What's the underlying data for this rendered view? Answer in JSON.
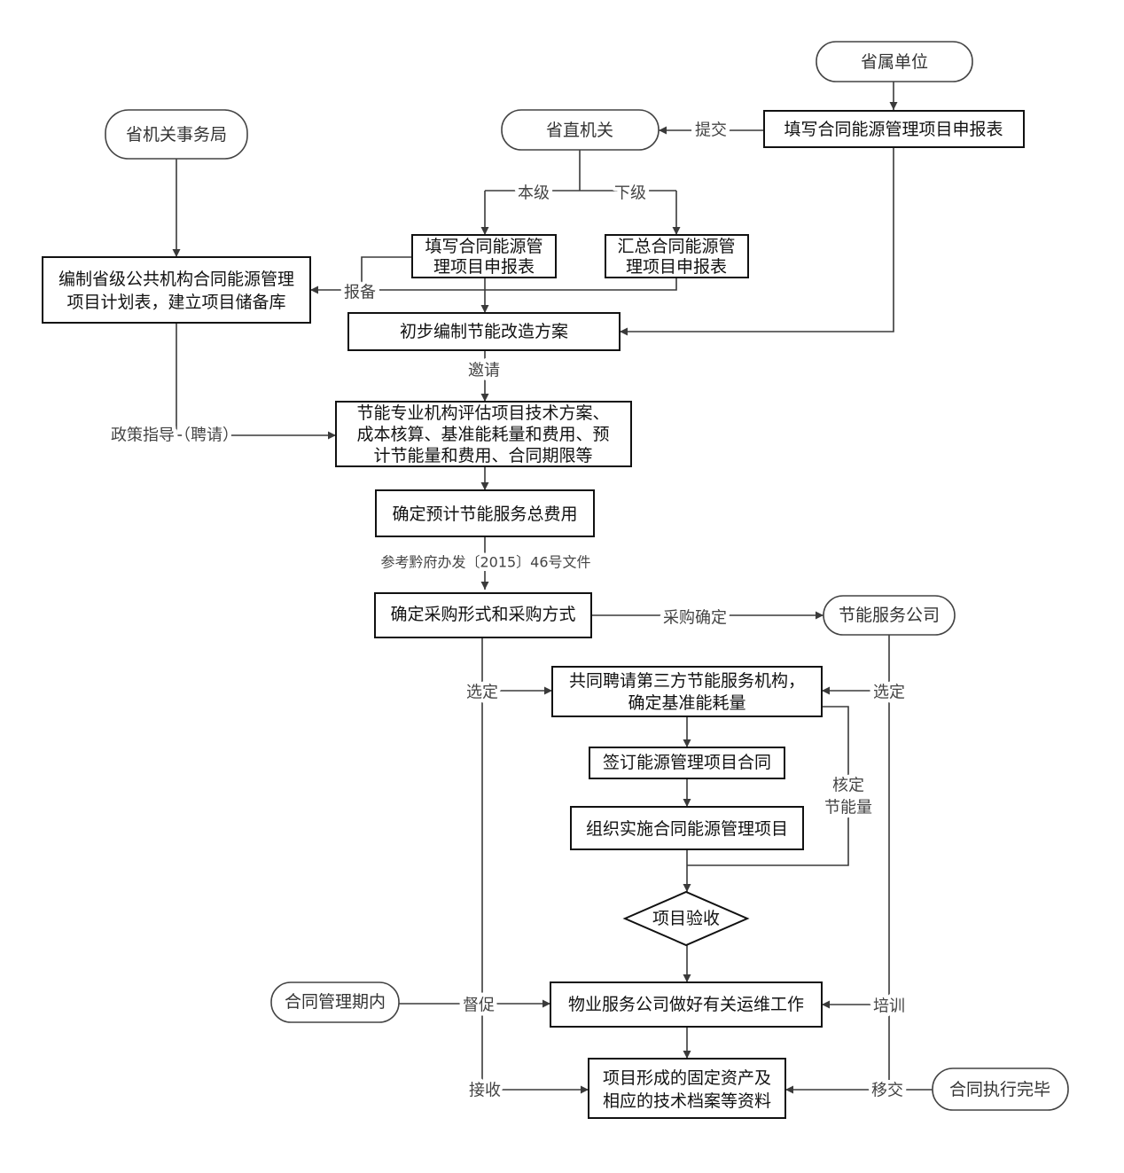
{
  "nodes": {
    "provincial_units": {
      "label": "省属单位"
    },
    "fill_form_top": {
      "label": "填写合同能源管理项目申报表"
    },
    "provincial_agencies": {
      "label": "省直机关"
    },
    "admin_bureau": {
      "label": "省机关事务局"
    },
    "fill_form": {
      "lines": [
        "填写合同能源管",
        "理项目申报表"
      ]
    },
    "summarize_form": {
      "lines": [
        "汇总合同能源管",
        "理项目申报表"
      ]
    },
    "plan_table": {
      "lines": [
        "编制省级公共机构合同能源管理",
        "项目计划表，建立项目储备库"
      ]
    },
    "draft_plan": {
      "label": "初步编制节能改造方案"
    },
    "evaluate": {
      "lines": [
        "节能专业机构评估项目技术方案、",
        "成本核算、基准能耗量和费用、预",
        "计节能量和费用、合同期限等"
      ]
    },
    "total_cost": {
      "label": "确定预计节能服务总费用"
    },
    "procurement": {
      "label": "确定采购形式和采购方式"
    },
    "esco": {
      "label": "节能服务公司"
    },
    "third_party": {
      "lines": [
        "共同聘请第三方节能服务机构，",
        "确定基准能耗量"
      ]
    },
    "sign_contract": {
      "label": "签订能源管理项目合同"
    },
    "implement": {
      "label": "组织实施合同能源管理项目"
    },
    "acceptance": {
      "label": "项目验收"
    },
    "om_work": {
      "label": "物业服务公司做好有关运维工作"
    },
    "contract_period": {
      "label": "合同管理期内"
    },
    "assets": {
      "lines": [
        "项目形成的固定资产及",
        "相应的技术档案等资料"
      ]
    },
    "contract_done": {
      "label": "合同执行完毕"
    }
  },
  "edge_labels": {
    "submit": "提交",
    "same_level": "本级",
    "lower_level": "下级",
    "file_report": "报备",
    "invite": "邀请",
    "policy": "政策指导（聘请）",
    "reference": "参考黔府办发〔2015〕46号文件",
    "procure_confirm": "采购确定",
    "select_left": "选定",
    "select_right": "选定",
    "verify_savings": [
      "核定",
      "节能量"
    ],
    "supervise": "督促",
    "train": "培训",
    "receive": "接收",
    "transfer": "移交"
  }
}
